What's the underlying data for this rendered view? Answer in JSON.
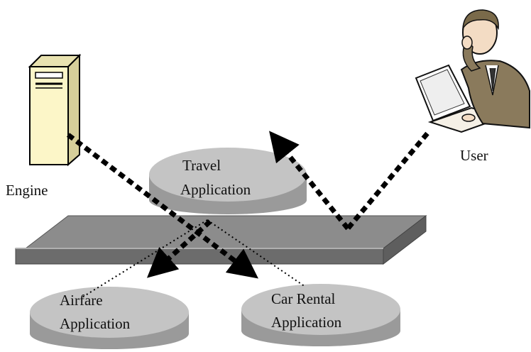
{
  "labels": {
    "engine": "Engine",
    "user": "User",
    "travel_line1": "Travel",
    "travel_line2": "Application",
    "airfare_line1": "Airfare",
    "airfare_line2": "Application",
    "car_line1": "Car Rental",
    "car_line2": "Application"
  },
  "colors": {
    "disc_top": "#c4c4c4",
    "disc_side": "#9a9a9a",
    "platform_top": "#8c8c8c",
    "platform_front": "#6a6a6a",
    "arrow": "#000000",
    "server_body": "#fcf6c8"
  },
  "icons": {
    "engine": "server-tower-icon",
    "user": "businessman-at-computer-icon"
  }
}
